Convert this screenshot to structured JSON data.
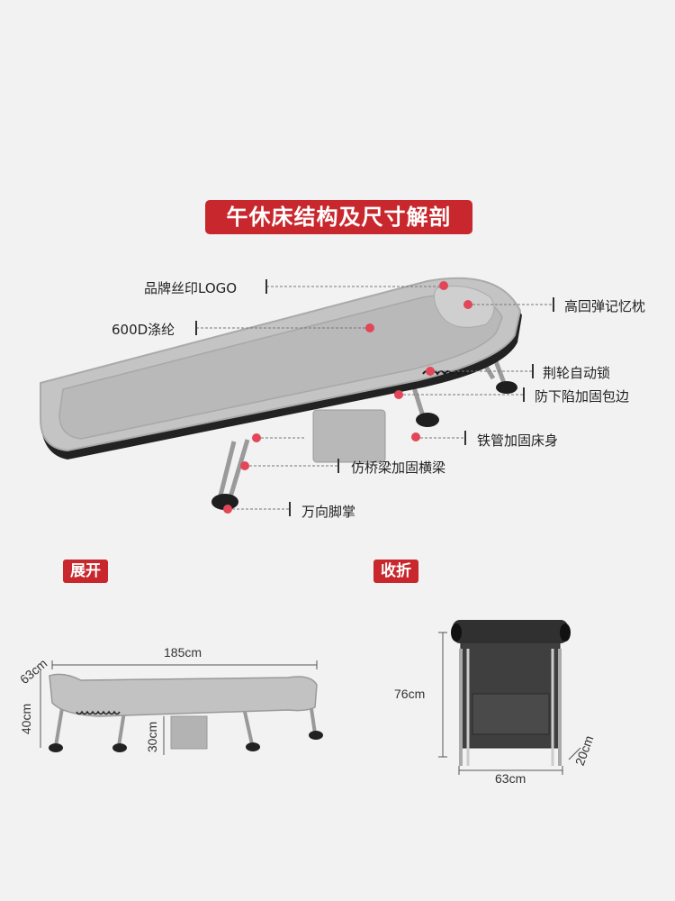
{
  "title": "午休床结构及尺寸解剖",
  "features": {
    "logo": "品牌丝印LOGO",
    "fabric": "600D涤纶",
    "pillow": "高回弹记忆枕",
    "lock": "荆轮自动锁",
    "edge": "防下陷加固包边",
    "tube": "铁管加固床身",
    "beam": "仿桥梁加固横梁",
    "foot": "万向脚掌"
  },
  "sections": {
    "unfolded": "展开",
    "folded": "收折"
  },
  "dimensions": {
    "length": "185cm",
    "width": "63cm",
    "height": "40cm",
    "clearance": "30cm",
    "folded_height": "76cm",
    "folded_width": "63cm",
    "folded_depth": "20cm"
  },
  "colors": {
    "accent": "#c8282d",
    "fabric": "#bdbdbd",
    "frame": "#2a2a2a"
  }
}
